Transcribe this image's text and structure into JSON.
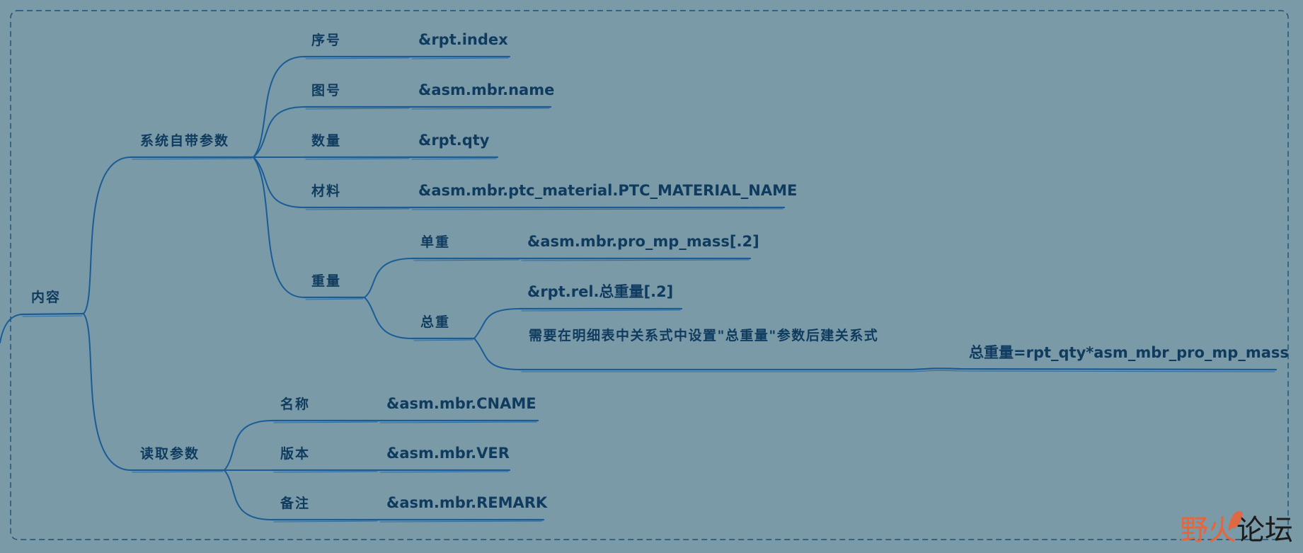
{
  "root": "内容",
  "branches": {
    "system": {
      "label": "系统自带参数",
      "items": {
        "index": {
          "label": "序号",
          "value": "&rpt.index"
        },
        "drawing": {
          "label": "图号",
          "value": "&asm.mbr.name"
        },
        "qty": {
          "label": "数量",
          "value": "&rpt.qty"
        },
        "material": {
          "label": "材料",
          "value": "&asm.mbr.ptc_material.PTC_MATERIAL_NAME"
        },
        "weight": {
          "label": "重量",
          "single": {
            "label": "单重",
            "value": "&asm.mbr.pro_mp_mass[.2]"
          },
          "total": {
            "label": "总重",
            "value": "&rpt.rel.总重量[.2]",
            "note": "需要在明细表中关系式中设置\"总重量\"参数后建关系式",
            "formula": "总重量=rpt_qty*asm_mbr_pro_mp_mass"
          }
        }
      }
    },
    "read": {
      "label": "读取参数",
      "items": {
        "name": {
          "label": "名称",
          "value": "&asm.mbr.CNAME"
        },
        "version": {
          "label": "版本",
          "value": "&asm.mbr.VER"
        },
        "remark": {
          "label": "备注",
          "value": "&asm.mbr.REMARK"
        }
      }
    }
  },
  "watermark": {
    "part1": "野火",
    "part2": "论坛"
  },
  "colors": {
    "background": "#7b9aa8",
    "line": "#1a5c96",
    "text": "#0f3b5e",
    "frame": "#1d4f72"
  }
}
